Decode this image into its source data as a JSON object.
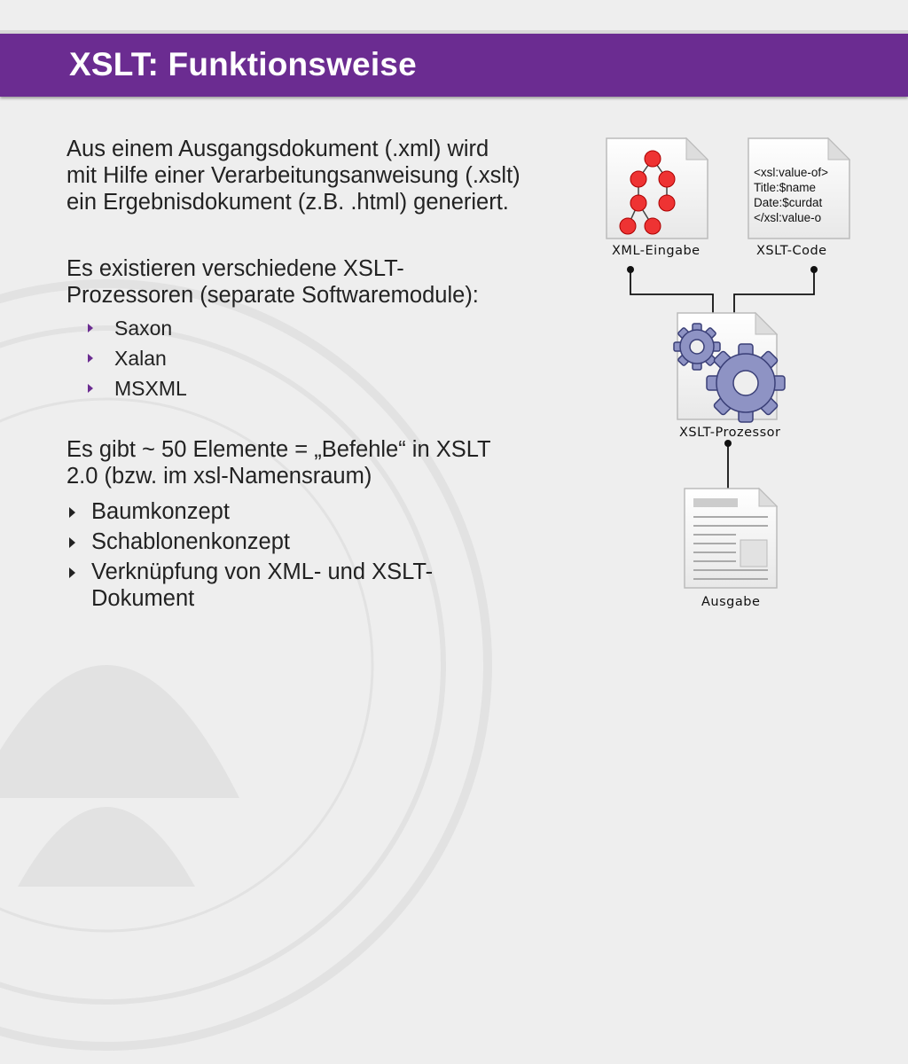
{
  "slide": {
    "title": "XSLT: Funktionsweise",
    "intro": {
      "line1": "Aus einem Ausgangsdokument (.xml) wird",
      "line2": "mit Hilfe einer Verarbeitungsanweisung (.xslt)",
      "line3": "ein Ergebnisdokument (z.B. .html) generiert."
    },
    "processors": {
      "line1": "Es existieren verschiedene XSLT-",
      "line2": "Prozessoren (separate Softwaremodule):",
      "items": [
        "Saxon",
        "Xalan",
        "MSXML"
      ]
    },
    "elements": {
      "line1": "Es gibt ~ 50 Elemente = „Befehle“ in XSLT",
      "line2": "2.0 (bzw. im xsl-Namensraum)"
    },
    "concepts": {
      "item1": "Baumkonzept",
      "item2": "Schablonenkonzept",
      "item3_line1": "Verknüpfung von XML- und XSLT-",
      "item3_line2": "Dokument"
    }
  },
  "diagram": {
    "xml_label": "XML-Eingabe",
    "xslt_label": "XSLT-Code",
    "processor_label": "XSLT-Prozessor",
    "output_label": "Ausgabe",
    "code_lines": [
      "<xsl:value-of>",
      "Title:$name",
      "Date:$curdat",
      "</xsl:value-o"
    ]
  },
  "colors": {
    "accent": "#6b2c91",
    "node_red": "#ee3333",
    "gear_blue": "#8e93c4",
    "background": "#eeeeee"
  }
}
